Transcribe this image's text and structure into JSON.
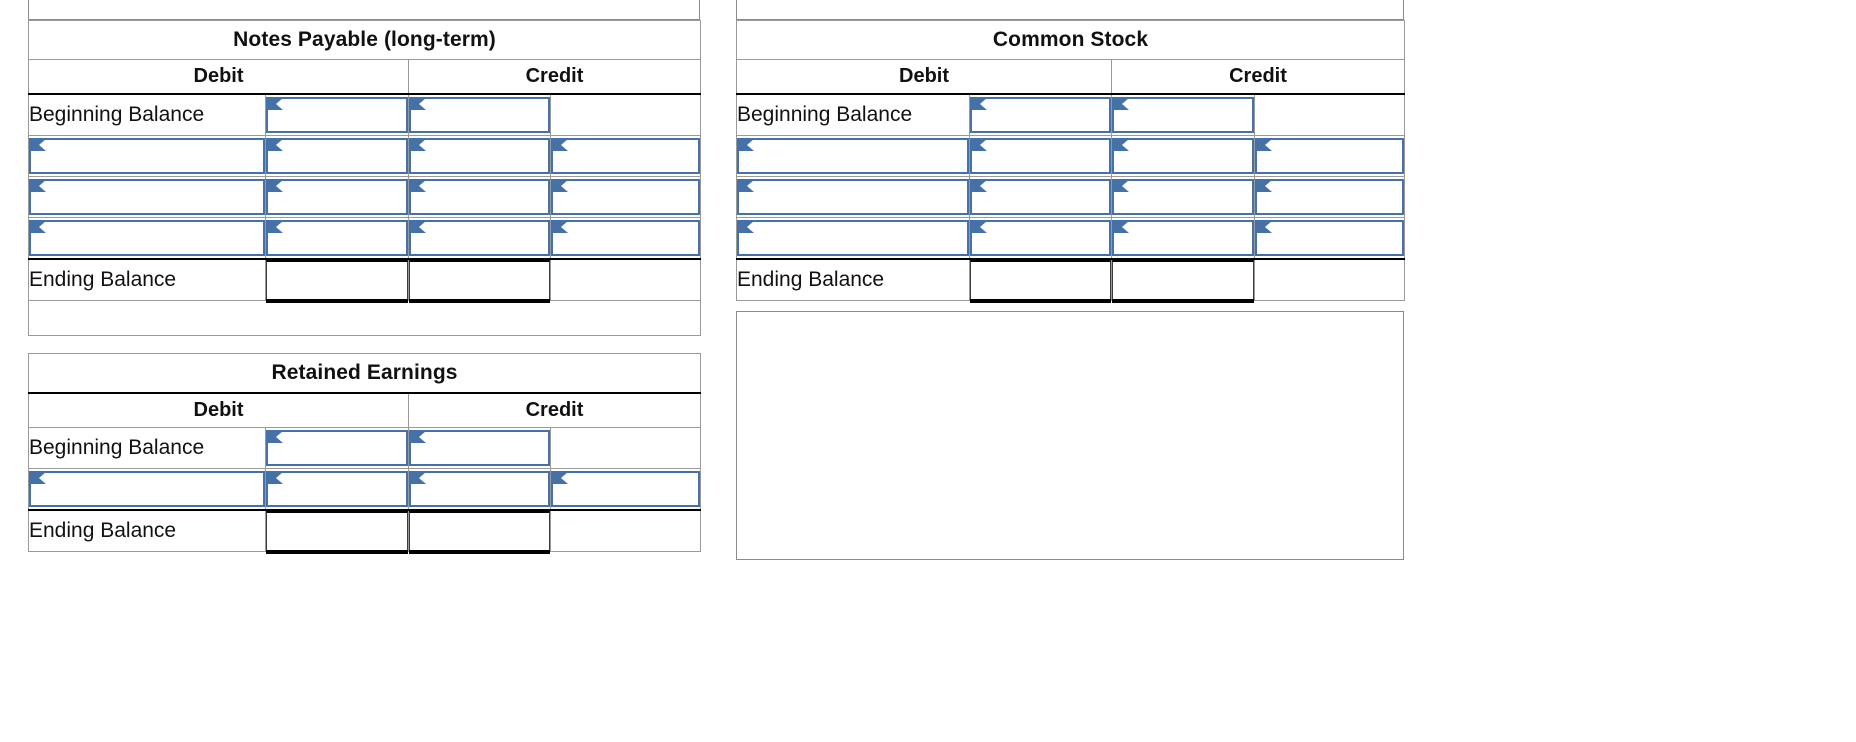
{
  "document": {
    "type": "t-account-worksheet",
    "kind": "accounting ledger T-accounts",
    "background_color": "#ffffff",
    "header_fill": "#8FB4DE",
    "input_border_color": "#4472A8",
    "grid_color": "#9a9a9a",
    "text_color": "#111111"
  },
  "labels": {
    "debit": "Debit",
    "credit": "Credit",
    "beginning_balance": "Beginning Balance",
    "ending_balance": "Ending Balance",
    "empty": ""
  },
  "accounts": [
    {
      "id": "notes-payable",
      "title": "Notes Payable (long-term)",
      "columns": [
        "Debit",
        "Credit"
      ],
      "rows": [
        {
          "type": "beginning",
          "label": "Beginning Balance",
          "label_is_input": false,
          "inputs": {
            "col1": false,
            "debit": true,
            "credit": true,
            "col4": false
          },
          "values": {
            "label": "Beginning Balance",
            "debit": "",
            "credit": "",
            "extra": ""
          }
        },
        {
          "type": "entry",
          "label": "",
          "label_is_input": true,
          "inputs": {
            "col1": true,
            "debit": true,
            "credit": true,
            "col4": true
          },
          "values": {
            "label": "",
            "debit": "",
            "credit": "",
            "extra": ""
          }
        },
        {
          "type": "entry",
          "label": "",
          "label_is_input": true,
          "inputs": {
            "col1": true,
            "debit": true,
            "credit": true,
            "col4": true
          },
          "values": {
            "label": "",
            "debit": "",
            "credit": "",
            "extra": ""
          }
        },
        {
          "type": "entry",
          "label": "",
          "label_is_input": true,
          "inputs": {
            "col1": true,
            "debit": true,
            "credit": true,
            "col4": true
          },
          "values": {
            "label": "",
            "debit": "",
            "credit": "",
            "extra": ""
          }
        },
        {
          "type": "ending",
          "label": "Ending Balance",
          "label_is_input": false,
          "inputs": {
            "col1": false,
            "debit": false,
            "credit": false,
            "col4": false
          },
          "values": {
            "label": "Ending Balance",
            "debit": "",
            "credit": "",
            "extra": ""
          }
        }
      ]
    },
    {
      "id": "retained-earnings",
      "title": "Retained Earnings",
      "columns": [
        "Debit",
        "Credit"
      ],
      "rows": [
        {
          "type": "beginning",
          "label": "Beginning Balance",
          "label_is_input": false,
          "inputs": {
            "col1": false,
            "debit": true,
            "credit": true,
            "col4": false
          },
          "values": {
            "label": "Beginning Balance",
            "debit": "",
            "credit": "",
            "extra": ""
          }
        },
        {
          "type": "entry",
          "label": "",
          "label_is_input": true,
          "inputs": {
            "col1": true,
            "debit": true,
            "credit": true,
            "col4": true
          },
          "values": {
            "label": "",
            "debit": "",
            "credit": "",
            "extra": ""
          }
        },
        {
          "type": "ending",
          "label": "Ending Balance",
          "label_is_input": false,
          "inputs": {
            "col1": false,
            "debit": false,
            "credit": false,
            "col4": false
          },
          "values": {
            "label": "Ending Balance",
            "debit": "",
            "credit": "",
            "extra": ""
          }
        }
      ]
    },
    {
      "id": "common-stock",
      "title": "Common Stock",
      "columns": [
        "Debit",
        "Credit"
      ],
      "rows": [
        {
          "type": "beginning",
          "label": "Beginning Balance",
          "label_is_input": false,
          "inputs": {
            "col1": false,
            "debit": true,
            "credit": true,
            "col4": false
          },
          "values": {
            "label": "Beginning Balance",
            "debit": "",
            "credit": "",
            "extra": ""
          }
        },
        {
          "type": "entry",
          "label": "",
          "label_is_input": true,
          "inputs": {
            "col1": true,
            "debit": true,
            "credit": true,
            "col4": true
          },
          "values": {
            "label": "",
            "debit": "",
            "credit": "",
            "extra": ""
          }
        },
        {
          "type": "entry",
          "label": "",
          "label_is_input": true,
          "inputs": {
            "col1": true,
            "debit": true,
            "credit": true,
            "col4": true
          },
          "values": {
            "label": "",
            "debit": "",
            "credit": "",
            "extra": ""
          }
        },
        {
          "type": "entry",
          "label": "",
          "label_is_input": true,
          "inputs": {
            "col1": true,
            "debit": true,
            "credit": true,
            "col4": true
          },
          "values": {
            "label": "",
            "debit": "",
            "credit": "",
            "extra": ""
          }
        },
        {
          "type": "ending",
          "label": "Ending Balance",
          "label_is_input": false,
          "inputs": {
            "col1": false,
            "debit": false,
            "credit": false,
            "col4": false
          },
          "values": {
            "label": "Ending Balance",
            "debit": "",
            "credit": "",
            "extra": ""
          }
        }
      ]
    }
  ]
}
